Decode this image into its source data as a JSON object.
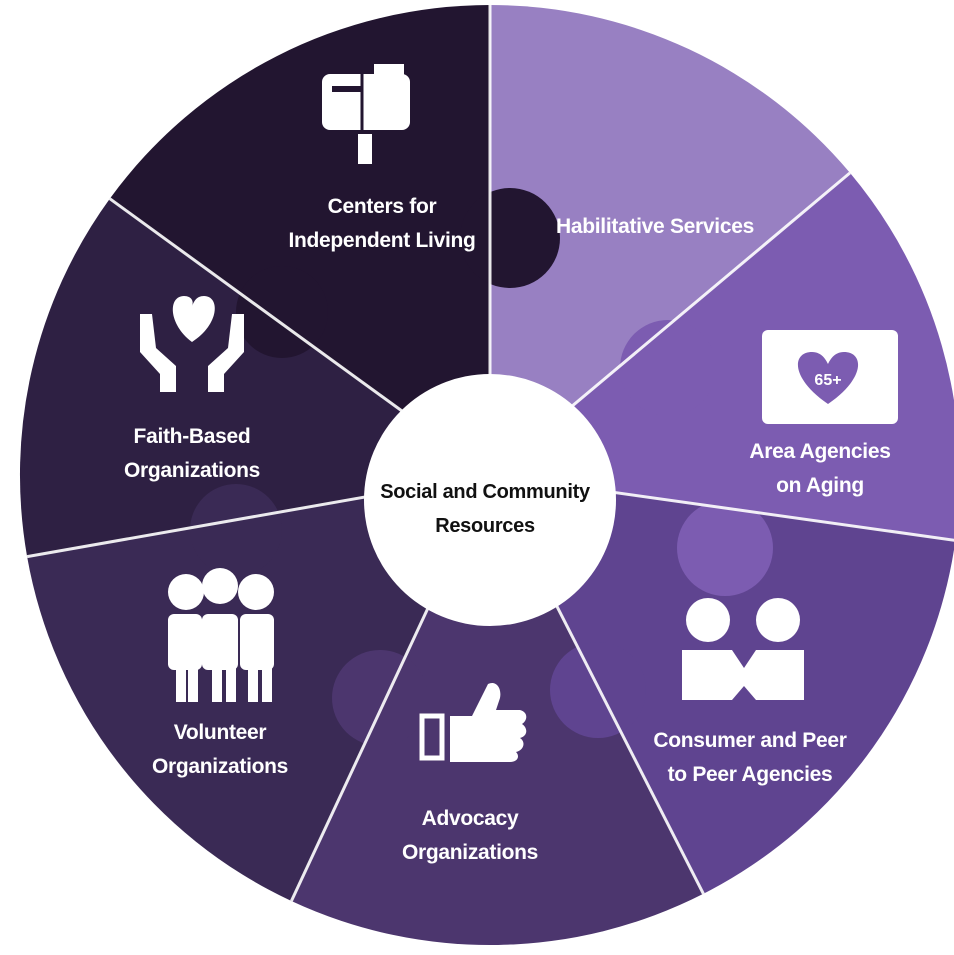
{
  "center": {
    "line1": "Social and Community",
    "line2": "Resources"
  },
  "segments": [
    {
      "line1": "Centers for",
      "line2": "Independent Living",
      "icon": "mailbox-icon",
      "color": "#221530"
    },
    {
      "line1": "Habilitative Services",
      "line2": "",
      "icon": "",
      "color": "#9880C2"
    },
    {
      "line1": "Area Agencies",
      "line2": "on Aging",
      "icon": "calendar-heart-65-icon",
      "color": "#7C5CB1",
      "icon_text": "65+"
    },
    {
      "line1": "Consumer and Peer",
      "line2": "to Peer Agencies",
      "icon": "peer-support-icon",
      "color": "#5F4490"
    },
    {
      "line1": "Advocacy",
      "line2": "Organizations",
      "icon": "thumbs-up-icon",
      "color": "#4C366E"
    },
    {
      "line1": "Volunteer",
      "line2": "Organizations",
      "icon": "people-group-icon",
      "color": "#3A2A55"
    },
    {
      "line1": "Faith-Based",
      "line2": "Organizations",
      "icon": "hands-heart-icon",
      "color": "#2E2043"
    }
  ]
}
